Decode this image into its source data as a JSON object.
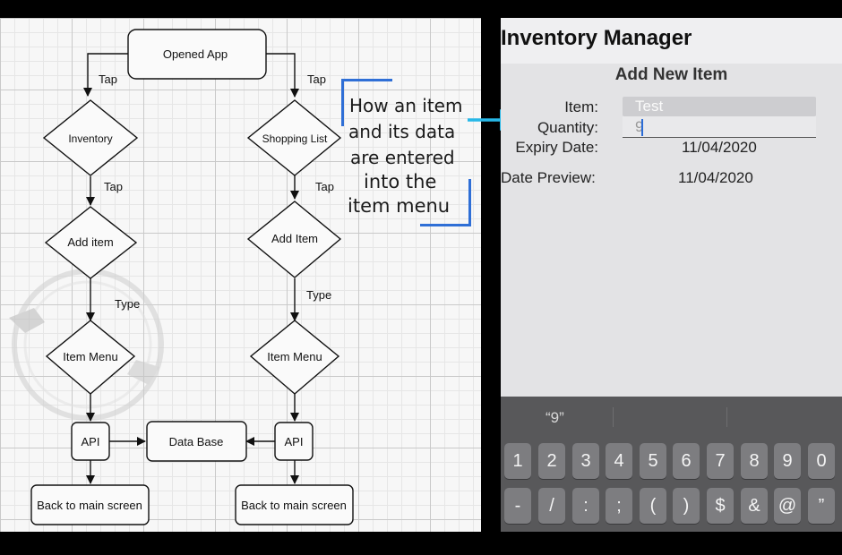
{
  "flowchart": {
    "nodes": {
      "opened_app": "Opened App",
      "inventory": "Inventory",
      "shopping_list": "Shopping List",
      "add_item_left": "Add item",
      "add_item_right": "Add Item",
      "item_menu_left": "Item Menu",
      "item_menu_right": "Item Menu",
      "api_left": "API",
      "api_right": "API",
      "data_base": "Data Base",
      "back_left": "Back to main screen",
      "back_right": "Back to main screen"
    },
    "edge_labels": {
      "tap_1": "Tap",
      "tap_2": "Tap",
      "tap_3": "Tap",
      "tap_4": "Tap",
      "type_1": "Type",
      "type_2": "Type"
    }
  },
  "callout": {
    "lines": [
      "How an item",
      "and its data",
      "are entered",
      "into the",
      "item menu"
    ],
    "bracket_color": "#2f6fd6",
    "arrow_color": "#27b8e8"
  },
  "app": {
    "title": "Inventory Manager",
    "form_heading": "Add New Item",
    "item_label": "Item:",
    "item_value": "Test",
    "quantity_label": "Quantity:",
    "quantity_value": "9",
    "expiry_label": "Expiry Date:",
    "expiry_value": "11/04/2020",
    "preview_label": "Date Preview:",
    "preview_value": "11/04/2020"
  },
  "keyboard": {
    "suggestion": "“9”",
    "row1": [
      "1",
      "2",
      "3",
      "4",
      "5",
      "6",
      "7",
      "8",
      "9",
      "0"
    ],
    "row2": [
      "-",
      "/",
      ":",
      ";",
      "(",
      ")",
      "$",
      "&",
      "@",
      "”"
    ]
  }
}
